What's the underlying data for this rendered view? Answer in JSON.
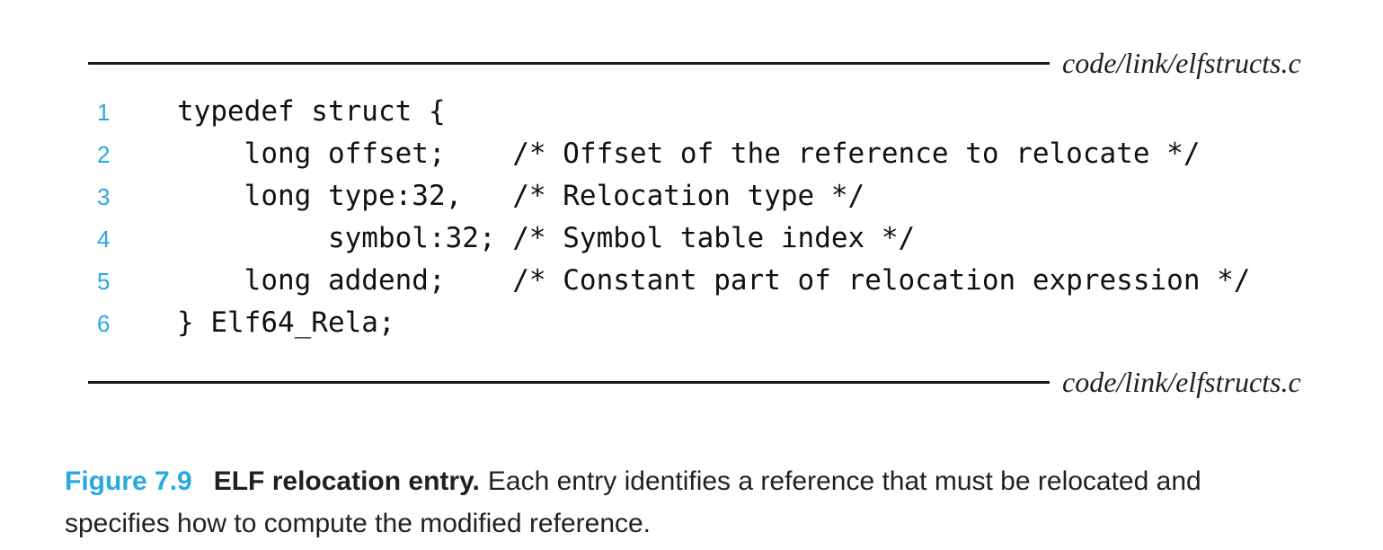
{
  "source_file": {
    "top_label": "code/link/elfstructs.c",
    "bottom_label": "code/link/elfstructs.c"
  },
  "code_listing": {
    "language": "c",
    "lines": [
      {
        "number": "1",
        "text": "typedef struct {"
      },
      {
        "number": "2",
        "text": "    long offset;    /* Offset of the reference to relocate */"
      },
      {
        "number": "3",
        "text": "    long type:32,   /* Relocation type */"
      },
      {
        "number": "4",
        "text": "         symbol:32; /* Symbol table index */"
      },
      {
        "number": "5",
        "text": "    long addend;    /* Constant part of relocation expression */"
      },
      {
        "number": "6",
        "text": "} Elf64_Rela;"
      }
    ]
  },
  "caption": {
    "figure_label": "Figure 7.9",
    "title": "ELF relocation entry.",
    "description": "Each entry identifies a reference that must be relocated and specifies how to compute the modified reference."
  },
  "colors": {
    "accent_blue": "#29a9e1",
    "text_dark": "#231f20"
  }
}
